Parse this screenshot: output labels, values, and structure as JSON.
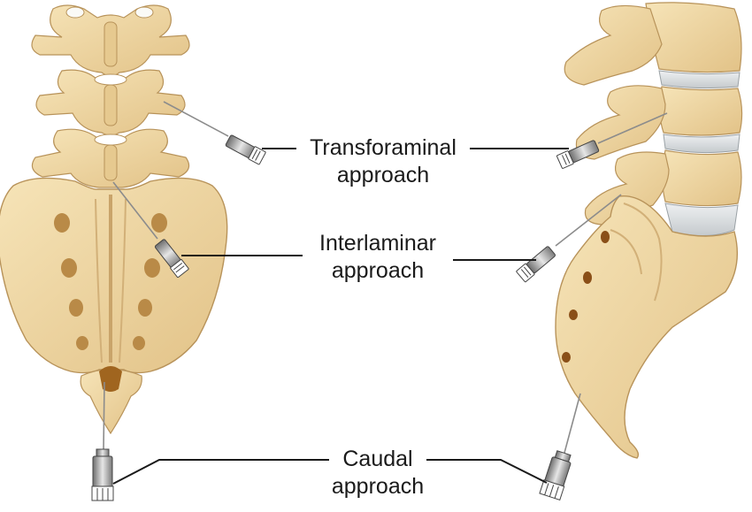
{
  "labels": {
    "transforaminal": {
      "line1": "Transforaminal",
      "line2": "approach"
    },
    "interlaminar": {
      "line1": "Interlaminar",
      "line2": "approach"
    },
    "caudal": {
      "line1": "Caudal",
      "line2": "approach"
    }
  },
  "colors": {
    "bone": "#f0d9a4",
    "bone_shadow": "#d8b97e",
    "bone_outline": "#b8935a",
    "disc": "#d9dde0",
    "canal": "#a0651f",
    "needle_metal": "#8c8c8c",
    "leader_line": "#1a1a1a"
  }
}
